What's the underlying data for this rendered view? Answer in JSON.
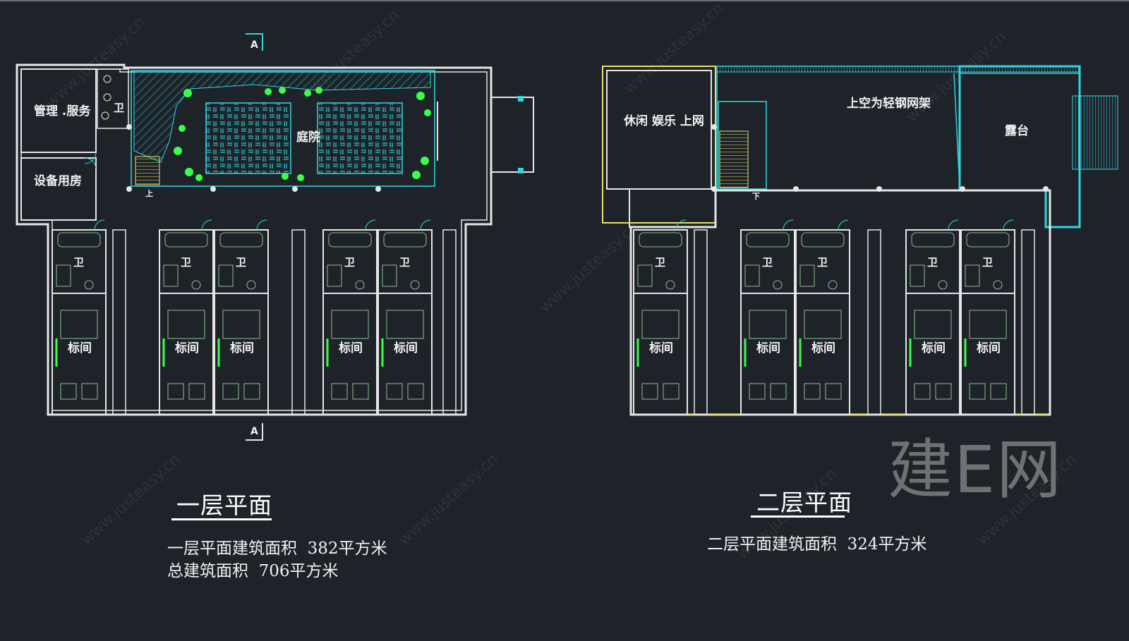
{
  "colors": {
    "background": "#1e2329",
    "wall": "#e6e6e6",
    "cyan": "#2fd6e0",
    "green": "#39ff4a",
    "yellow": "#e8e06a",
    "furniture": "#8fbf8f"
  },
  "floor1": {
    "rooms": {
      "mgmt": "管理 .服务",
      "wc": "卫",
      "equipment": "设备用房",
      "courtyard": "庭院",
      "stair_up": "上",
      "section_top": "A",
      "section_bottom": "A",
      "bath": "卫",
      "standard": "标间"
    },
    "title": "一层平面",
    "area_line1": "一层平面建筑面积  382平方米",
    "area_line2": "总建筑面积  706平方米"
  },
  "floor2": {
    "rooms": {
      "leisure": "休闲  娱乐  上网",
      "steel_frame": "上空为轻钢网架",
      "terrace": "露台",
      "stair_down": "下",
      "bath": "卫",
      "standard": "标间"
    },
    "title": "二层平面",
    "area_line1": "二层平面建筑面积  324平方米"
  },
  "watermark": {
    "logo": "建E网",
    "site": "www.justeasy.cn"
  }
}
